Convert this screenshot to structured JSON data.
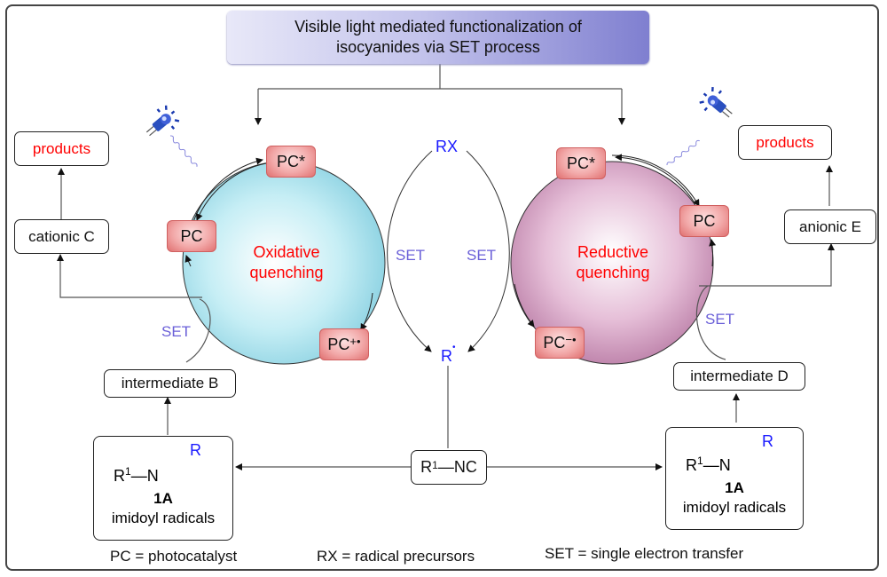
{
  "title": {
    "line1": "Visible light mediated functionalization of",
    "line2": "isocyanides via SET process"
  },
  "left_cycle": {
    "label_line1": "Oxidative",
    "label_line2": "quenching",
    "fill_color": "#aee3ee",
    "pc_excited": "PC*",
    "pc_ground": "PC",
    "pc_oxidized": "PC",
    "pc_oxidized_charge": "+•"
  },
  "right_cycle": {
    "label_line1": "Reductive",
    "label_line2": "quenching",
    "fill_color": "#dca8cc",
    "pc_excited": "PC*",
    "pc_ground": "PC",
    "pc_reduced": "PC",
    "pc_reduced_charge": "−•"
  },
  "center": {
    "reagent": "RX",
    "radical": "R",
    "radical_dot": "•",
    "set_left": "SET",
    "set_right": "SET"
  },
  "left_path": {
    "products": "products",
    "cationic": "cationic C",
    "intermediate": "intermediate B",
    "set": "SET"
  },
  "right_path": {
    "products": "products",
    "anionic": "anionic E",
    "intermediate": "intermediate D",
    "set": "SET"
  },
  "isocyanide": {
    "r": "R",
    "sup": "1",
    "rest": "—NC"
  },
  "imidoyl": {
    "r1": "R",
    "r1_sup": "1",
    "n": "—N",
    "r": "R",
    "compound": "1A",
    "name": "imidoyl radicals"
  },
  "legend": {
    "pc": "PC = photocatalyst",
    "rx": "RX = radical precursors",
    "set": "SET = single electron transfer"
  },
  "colors": {
    "highlight_red": "#ff0000",
    "set_purple": "#6a5fd8",
    "radical_blue": "#1a1aff",
    "pc_badge": "#f2a8a8"
  },
  "icons": {
    "light": "led-light-icon"
  }
}
